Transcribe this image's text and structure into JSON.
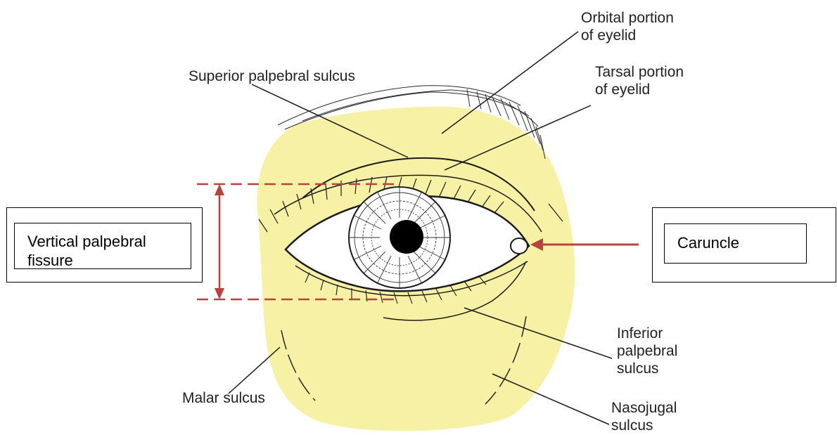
{
  "labels": {
    "orbital_portion": [
      "Orbital portion",
      "of eyelid"
    ],
    "tarsal_portion": [
      "Tarsal portion",
      "of eyelid"
    ],
    "superior_palpebral_sulcus": "Superior palpebral sulcus",
    "inferior_palpebral_sulcus": [
      "Inferior",
      "palpebral",
      "sulcus"
    ],
    "malar_sulcus": "Malar sulcus",
    "nasojugal_sulcus": [
      "Nasojugal",
      "sulcus"
    ]
  },
  "callouts": {
    "vertical_fissure": "Vertical palpebral fissure",
    "caruncle": "Caruncle"
  },
  "colors": {
    "skin_highlight": "#f7f1a6",
    "measure_red": "#b5443f",
    "line": "#1a1a1a"
  }
}
